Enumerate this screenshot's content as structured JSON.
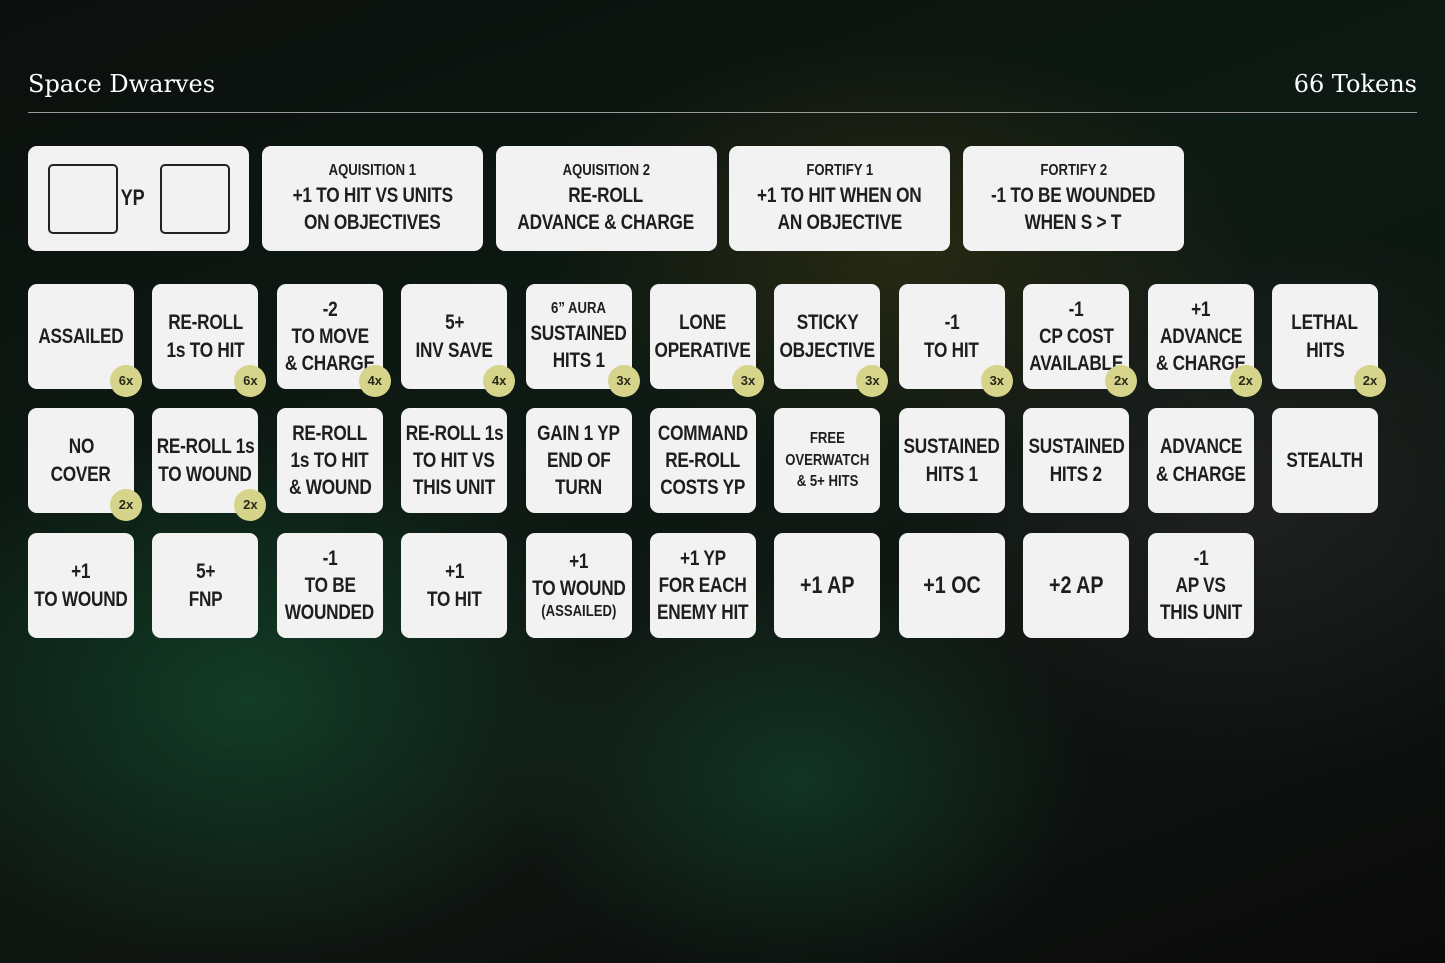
{
  "header": {
    "title": "Space Dwarves",
    "token_count": "66 Tokens"
  },
  "yp_card": {
    "label": "YP"
  },
  "wide": [
    {
      "header": "AQUISITION 1",
      "lines": [
        "+1 TO HIT VS UNITS",
        "ON OBJECTIVES"
      ]
    },
    {
      "header": "AQUISITION 2",
      "lines": [
        "RE-ROLL",
        "ADVANCE & CHARGE"
      ]
    },
    {
      "header": "FORTIFY 1",
      "lines": [
        "+1 TO HIT WHEN ON",
        "AN OBJECTIVE"
      ]
    },
    {
      "header": "FORTIFY 2",
      "lines": [
        "-1 TO BE WOUNDED",
        "WHEN S > T"
      ]
    }
  ],
  "rows": [
    [
      {
        "lines": [
          "ASSAILED"
        ],
        "count": "6x"
      },
      {
        "lines": [
          "RE-ROLL",
          "1s TO HIT"
        ],
        "count": "6x"
      },
      {
        "lines": [
          "-2",
          "TO MOVE",
          "& CHARGE"
        ],
        "count": "4x"
      },
      {
        "lines": [
          "5+",
          "INV SAVE"
        ],
        "count": "4x"
      },
      {
        "header": "6” AURA",
        "lines": [
          "SUSTAINED",
          "HITS 1"
        ],
        "count": "3x"
      },
      {
        "lines": [
          "LONE",
          "OPERATIVE"
        ],
        "count": "3x"
      },
      {
        "lines": [
          "STICKY",
          "OBJECTIVE"
        ],
        "count": "3x"
      },
      {
        "lines": [
          "-1",
          "TO HIT"
        ],
        "count": "3x"
      },
      {
        "lines": [
          "-1",
          "CP COST",
          "AVAILABLE"
        ],
        "count": "2x"
      },
      {
        "lines": [
          "+1",
          "ADVANCE",
          "& CHARGE"
        ],
        "count": "2x"
      },
      {
        "lines": [
          "LETHAL",
          "HITS"
        ],
        "count": "2x"
      }
    ],
    [
      {
        "lines": [
          "NO",
          "COVER"
        ],
        "count": "2x"
      },
      {
        "lines": [
          "RE-ROLL 1s",
          "TO WOUND"
        ],
        "count": "2x"
      },
      {
        "lines": [
          "RE-ROLL",
          "1s TO HIT",
          "& WOUND"
        ]
      },
      {
        "lines": [
          "RE-ROLL 1s",
          "TO HIT VS",
          "THIS UNIT"
        ]
      },
      {
        "lines": [
          "GAIN 1 YP",
          "END OF",
          "TURN"
        ]
      },
      {
        "lines": [
          "COMMAND",
          "RE-ROLL",
          "COSTS YP"
        ]
      },
      {
        "small": [
          "FREE",
          "OVERWATCH",
          "& 5+ HITS"
        ]
      },
      {
        "lines": [
          "SUSTAINED",
          "HITS 1"
        ]
      },
      {
        "lines": [
          "SUSTAINED",
          "HITS 2"
        ]
      },
      {
        "lines": [
          "ADVANCE",
          "& CHARGE"
        ]
      },
      {
        "lines": [
          "STEALTH"
        ]
      }
    ],
    [
      {
        "lines": [
          "+1",
          "TO WOUND"
        ]
      },
      {
        "lines": [
          "5+",
          "FNP"
        ]
      },
      {
        "lines": [
          "-1",
          "TO BE",
          "WOUNDED"
        ]
      },
      {
        "lines": [
          "+1",
          "TO HIT"
        ]
      },
      {
        "lines": [
          "+1",
          "TO WOUND"
        ],
        "footnote": "(ASSAILED)"
      },
      {
        "lines": [
          "+1 YP",
          "FOR EACH",
          "ENEMY HIT"
        ]
      },
      {
        "big": [
          "+1 AP"
        ]
      },
      {
        "big": [
          "+1 OC"
        ]
      },
      {
        "big": [
          "+2 AP"
        ]
      },
      {
        "lines": [
          "-1",
          "AP VS",
          "THIS UNIT"
        ]
      }
    ]
  ]
}
